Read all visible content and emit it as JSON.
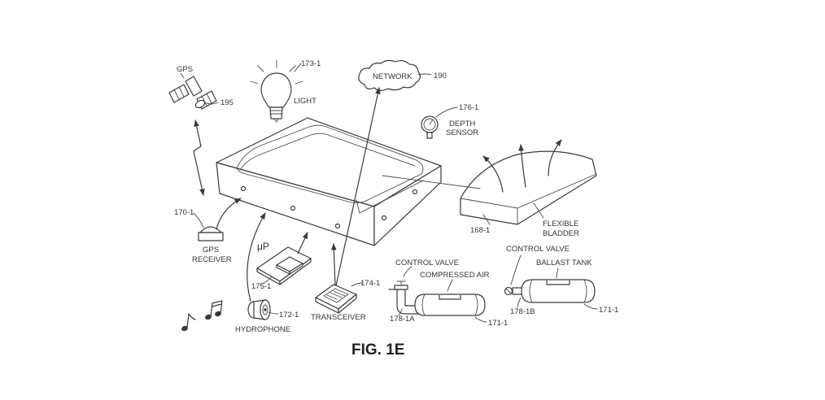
{
  "figure_title": "FIG. 1E",
  "labels": {
    "gps": "GPS",
    "ref_195": "195",
    "ref_173_1": "173-1",
    "light": "LIGHT",
    "network": "NETWORK",
    "ref_190": "190",
    "ref_176_1": "176-1",
    "depth_sensor_line1": "DEPTH",
    "depth_sensor_line2": "SENSOR",
    "ref_170_1": "170-1",
    "gps_receiver_line1": "GPS",
    "gps_receiver_line2": "RECEIVER",
    "micro_p": "μP",
    "ref_175_1": "175-1",
    "ref_174_1": "174-1",
    "transceiver": "TRANSCEIVER",
    "ref_172_1": "172-1",
    "hydrophone": "HYDROPHONE",
    "control_valve_left": "CONTROL VALVE",
    "compressed_air": "COMPRESSED AIR",
    "ref_178_1a": "178-1A",
    "ref_171_1_left": "171-1",
    "ref_168_1": "168-1",
    "flexible_bladder_line1": "FLEXIBLE",
    "flexible_bladder_line2": "BLADDER",
    "control_valve_right": "CONTROL VALVE",
    "ballast_tank": "BALLAST TANK",
    "ref_178_1b": "178-1B",
    "ref_171_1_right": "171-1"
  }
}
